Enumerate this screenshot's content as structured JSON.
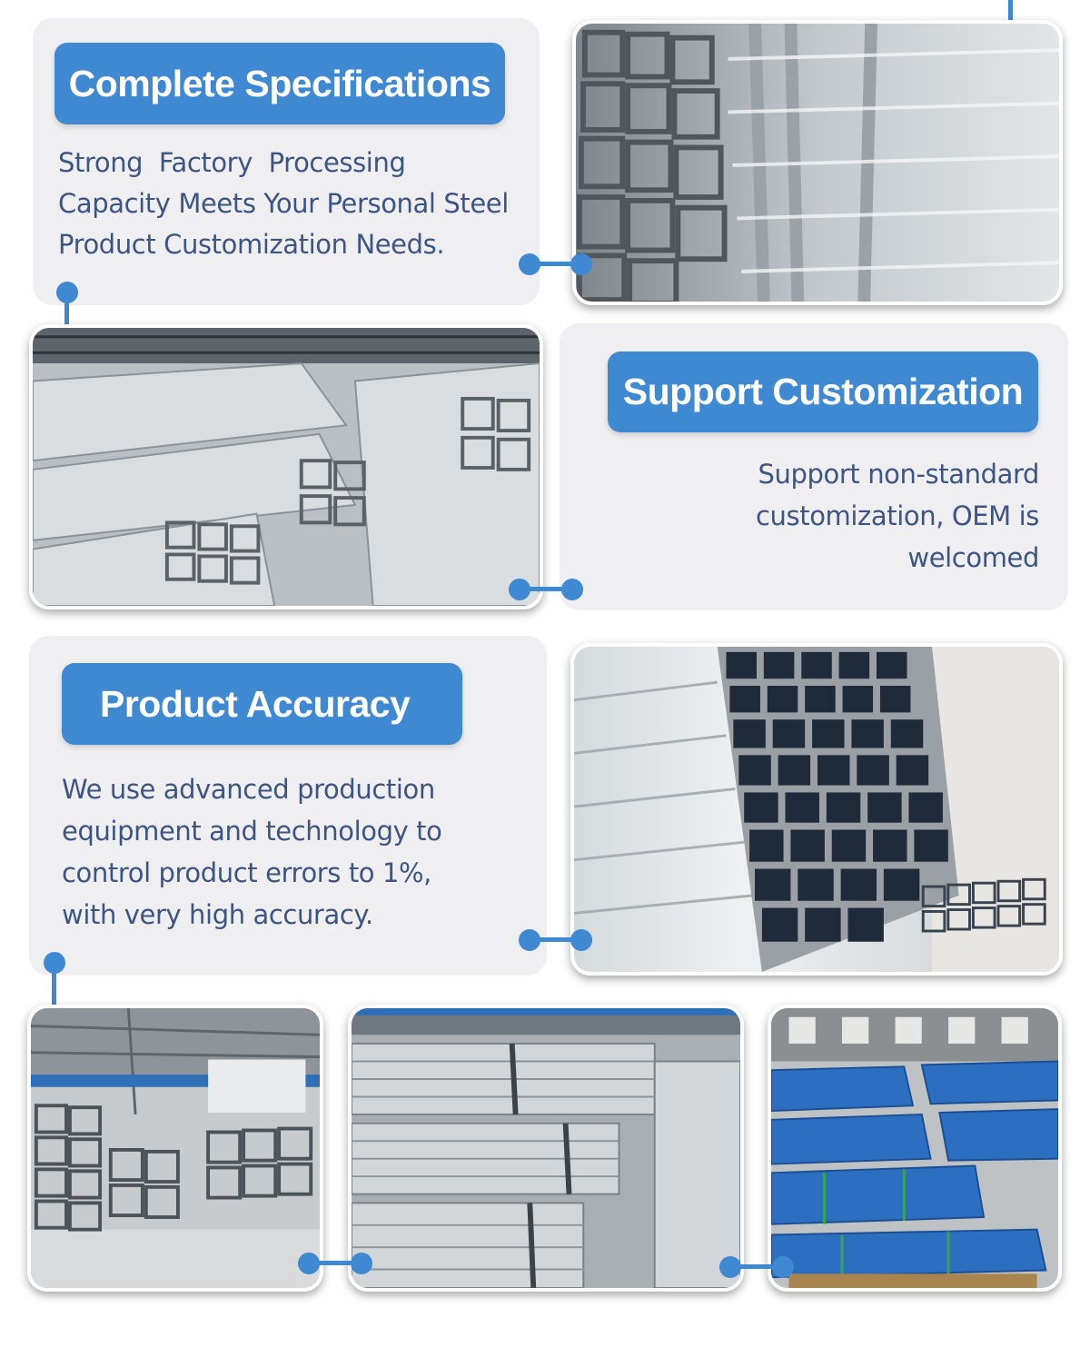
{
  "sections": {
    "spec": {
      "title": "Complete Specifications",
      "lines": [
        "Strong  Factory  Processing",
        "Capacity Meets Your Personal Steel",
        "Product Customization Needs."
      ]
    },
    "custom": {
      "title": "Support Customization",
      "lines": [
        "Support non-standard",
        "customization, OEM is",
        "welcomed"
      ]
    },
    "accuracy": {
      "title": "Product Accuracy",
      "lines": [
        "We use advanced production",
        "equipment and technology to",
        "control product errors to 1%,",
        "with very high accuracy."
      ]
    }
  },
  "photos": [
    {
      "name": "stacked-square-tubes-photo"
    },
    {
      "name": "warehouse-tube-stacks-photo"
    },
    {
      "name": "square-tube-ends-photo"
    },
    {
      "name": "factory-floor-photo"
    },
    {
      "name": "strapped-tube-bundles-photo"
    },
    {
      "name": "wrapped-blue-bundles-photo"
    }
  ],
  "colors": {
    "accent": "#3f89d2",
    "text": "#3d5583",
    "card": "#efeff1"
  }
}
